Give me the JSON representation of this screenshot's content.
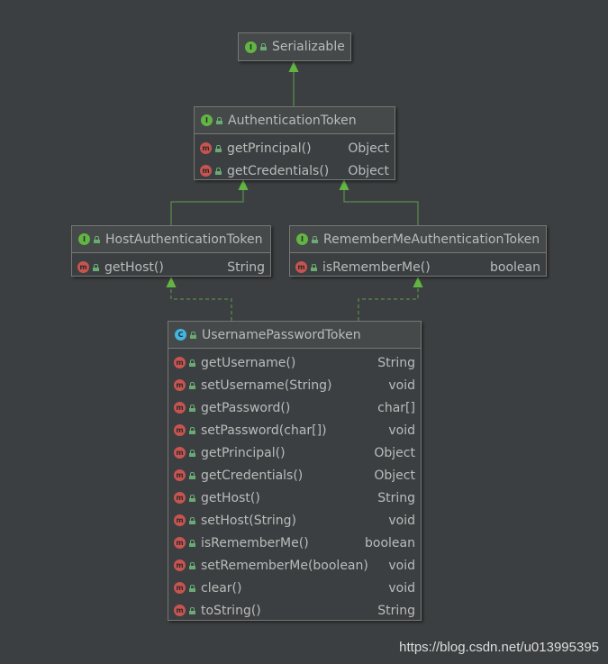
{
  "icons": {
    "interface_badge": "I",
    "class_badge": "C",
    "method_badge": "m",
    "colors": {
      "interface": "#62b543",
      "class": "#40b6e0",
      "method": "#c75450",
      "access": "#6aab73",
      "edge": "#5f9e4a"
    }
  },
  "nodes": {
    "serializable": {
      "name": "Serializable",
      "kind": "interface"
    },
    "authentication_token": {
      "name": "AuthenticationToken",
      "kind": "interface",
      "methods": [
        {
          "sig": "getPrincipal()",
          "ret": "Object"
        },
        {
          "sig": "getCredentials()",
          "ret": "Object"
        }
      ]
    },
    "host_authentication_token": {
      "name": "HostAuthenticationToken",
      "kind": "interface",
      "methods": [
        {
          "sig": "getHost()",
          "ret": "String"
        }
      ]
    },
    "remember_me_authentication_token": {
      "name": "RememberMeAuthenticationToken",
      "kind": "interface",
      "methods": [
        {
          "sig": "isRememberMe()",
          "ret": "boolean"
        }
      ]
    },
    "username_password_token": {
      "name": "UsernamePasswordToken",
      "kind": "class",
      "methods": [
        {
          "sig": "getUsername()",
          "ret": "String"
        },
        {
          "sig": "setUsername(String)",
          "ret": "void"
        },
        {
          "sig": "getPassword()",
          "ret": "char[]"
        },
        {
          "sig": "setPassword(char[])",
          "ret": "void"
        },
        {
          "sig": "getPrincipal()",
          "ret": "Object"
        },
        {
          "sig": "getCredentials()",
          "ret": "Object"
        },
        {
          "sig": "getHost()",
          "ret": "String"
        },
        {
          "sig": "setHost(String)",
          "ret": "void"
        },
        {
          "sig": "isRememberMe()",
          "ret": "boolean"
        },
        {
          "sig": "setRememberMe(boolean)",
          "ret": "void"
        },
        {
          "sig": "clear()",
          "ret": "void"
        },
        {
          "sig": "toString()",
          "ret": "String"
        }
      ]
    }
  },
  "edges": [
    {
      "from": "authentication_token",
      "to": "serializable",
      "style": "solid"
    },
    {
      "from": "host_authentication_token",
      "to": "authentication_token",
      "style": "solid"
    },
    {
      "from": "remember_me_authentication_token",
      "to": "authentication_token",
      "style": "solid"
    },
    {
      "from": "username_password_token",
      "to": "host_authentication_token",
      "style": "dashed"
    },
    {
      "from": "username_password_token",
      "to": "remember_me_authentication_token",
      "style": "dashed"
    }
  ],
  "watermark": "https://blog.csdn.net/u013995395"
}
